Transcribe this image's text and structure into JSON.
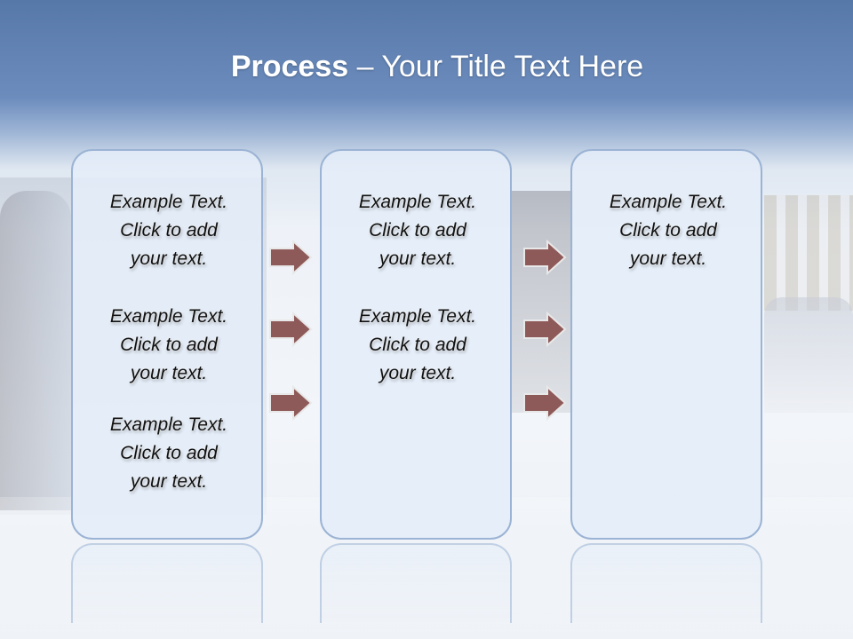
{
  "slide": {
    "title_bold": "Process",
    "title_rest": " – Your Title Text Here"
  },
  "columns": [
    {
      "items": [
        {
          "lines": [
            "Example Text.",
            "Click  to add",
            "your text."
          ]
        },
        {
          "lines": [
            "Example Text.",
            "Click  to add",
            "your text."
          ]
        },
        {
          "lines": [
            "Example Text.",
            "Click  to add",
            "your text."
          ]
        }
      ]
    },
    {
      "items": [
        {
          "lines": [
            "Example Text.",
            "Click  to add",
            "your text."
          ]
        },
        {
          "lines": [
            "Example Text.",
            "Click  to add",
            "your text."
          ]
        }
      ]
    },
    {
      "items": [
        {
          "lines": [
            "Example Text.",
            "Click  to add",
            "your text."
          ]
        }
      ]
    }
  ],
  "colors": {
    "arrow_fill": "#8e5a59",
    "arrow_stroke": "#e8e8e8",
    "box_border": "#9bb3d4",
    "title_band": "#5678a8"
  },
  "icons": {
    "arrow": "right-arrow-icon"
  }
}
